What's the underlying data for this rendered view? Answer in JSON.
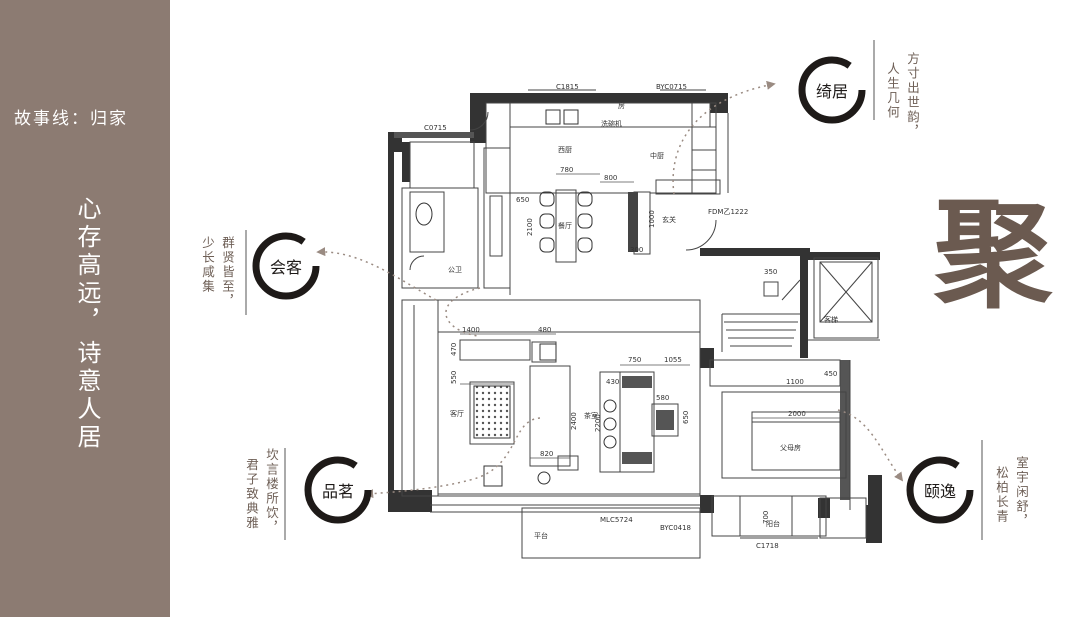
{
  "sidebar": {
    "title": "故事线：归家",
    "line1": "心存高远，",
    "line2": "诗意人居"
  },
  "badges": {
    "qiju": "绮居",
    "huike": "会客",
    "pinming": "品茗",
    "yiyi": "颐逸"
  },
  "poems": {
    "qiju_1": "方寸出世韵，",
    "qiju_2": "人生几何",
    "huike_1": "群贤皆至，",
    "huike_2": "少长咸集",
    "pinming_1": "坎言楼所饮，",
    "pinming_2": "君子致典雅",
    "yiyi_1": "室宇闲舒，",
    "yiyi_2": "松柏长青"
  },
  "big_char": "聚",
  "rooms": {
    "west_kitchen": "西厨",
    "chinese_kitchen": "中厨",
    "dishwasher": "洗碗机",
    "dining": "餐厅",
    "foyer": "玄关",
    "public_bath": "公卫",
    "living": "客厅",
    "tea": "茶室",
    "parents": "父母房",
    "elevator": "客梯",
    "terrace": "平台",
    "balcony": "阳台"
  },
  "labels": {
    "c1815": "C1815",
    "byc0715": "BYC0715",
    "c0715": "C0715",
    "fdm": "FDM乙1222",
    "mlc": "MLC5724",
    "byc0418": "BYC0418",
    "c1718": "C1718",
    "fang": "房"
  },
  "dims": {
    "d780": "780",
    "d800": "800",
    "d650": "650",
    "d2100": "2100",
    "d1000": "1000",
    "d350": "350",
    "d1400": "1400",
    "d480": "480",
    "d750": "750",
    "d1055": "1055",
    "d580": "580",
    "d2400": "2400",
    "d820": "820",
    "d550": "550",
    "d470": "470",
    "d1100": "1100",
    "d450": "450",
    "d2000": "2000",
    "d700": "700",
    "d2200": "2200",
    "d430": "430",
    "d650b": "650",
    "d300": "300"
  },
  "colors": {
    "sidebar": "#8c7b72",
    "ink": "#2a2522",
    "accent_text": "#6b5a50",
    "arrow": "#9a8b82"
  }
}
